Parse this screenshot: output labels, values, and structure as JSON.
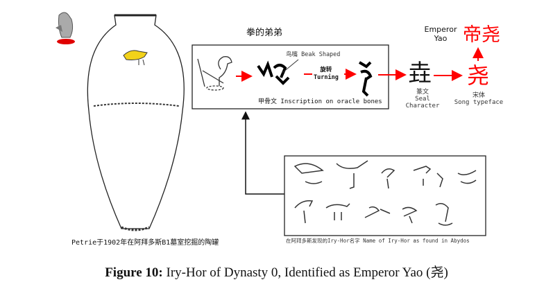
{
  "figure": {
    "label": "Figure 10:",
    "text": " Iry-Hor of Dynasty 0, Identified as Emperor Yao (尧)"
  },
  "top_title": "拳的弟弟",
  "oracle_box": {
    "beak_label": "鸟嘴 Beak Shaped",
    "turning_cn": "旋转",
    "turning_en": "Turning",
    "caption": "甲骨文 Inscription on oracle bones"
  },
  "seal": {
    "glyph": "垚",
    "label_cn": "篆文",
    "label_en1": "Seal",
    "label_en2": "Character"
  },
  "song": {
    "glyph": "尧",
    "label_cn": "宋体",
    "label_en": "Song typeface"
  },
  "emperor": {
    "line1": "Emperor",
    "line2": "Yao",
    "glyphs": "帝尧"
  },
  "pot_caption": "Petrie于1902年在阿拜多斯B1墓室挖掘的陶罐",
  "abydos_caption": "在阿拜多斯发现的Iry-Hor名字 Name of Iry-Hor as found in Abydos",
  "colors": {
    "arrow": "#ff0000",
    "bird": "#f2d21a",
    "base": "#e00000"
  }
}
